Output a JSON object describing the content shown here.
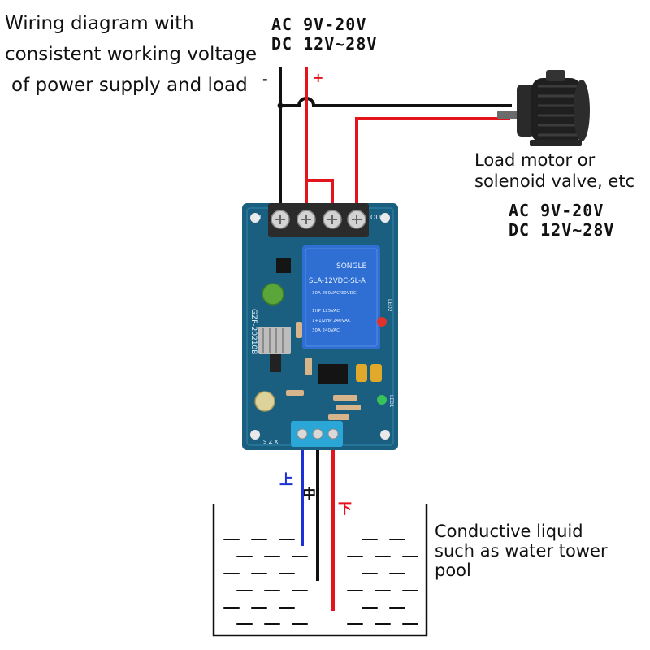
{
  "title": {
    "line1": "Wiring diagram with",
    "line2": "consistent working voltage",
    "line3": "of power supply and load"
  },
  "supply_spec": {
    "ac": "AC 9V-20V",
    "dc": "DC 12V~28V"
  },
  "supply_polarity": {
    "neg": "-",
    "pos": "+"
  },
  "load": {
    "label_line1": "Load motor or",
    "label_line2": "solenoid valve, etc",
    "ac": "AC 9V-20V",
    "dc": "DC 12V~28V"
  },
  "board": {
    "in_label": "IN",
    "out_label": "OUT",
    "model_code": "GZF-20210B",
    "relay_brand": "SONGLE",
    "relay_model": "SLA-12VDC-SL-A",
    "relay_ratings": [
      "30A 250VAC/30VDC",
      "1HP 125VAC",
      "1+1/2HP 240VAC",
      "30A 240VAC"
    ],
    "led_label": "LED1",
    "led2_label": "LED2",
    "probe_pins": "S Z X"
  },
  "probes": {
    "upper": "上",
    "middle": "中",
    "lower": "下"
  },
  "liquid": {
    "label_line1": "Conductive liquid",
    "label_line2": "such as water tower",
    "label_line3": "pool"
  },
  "colors": {
    "wire_red": "#e3141c",
    "wire_black": "#111111",
    "wire_blue": "#1d2fd6",
    "pcb": "#1b5f80",
    "relay": "#2f6fd4",
    "terminal": "#2b2b2b"
  },
  "icons": [
    "motor-icon",
    "relay-icon",
    "terminal-screw-icon",
    "heatsink-icon",
    "capacitor-icon",
    "led-icon"
  ]
}
